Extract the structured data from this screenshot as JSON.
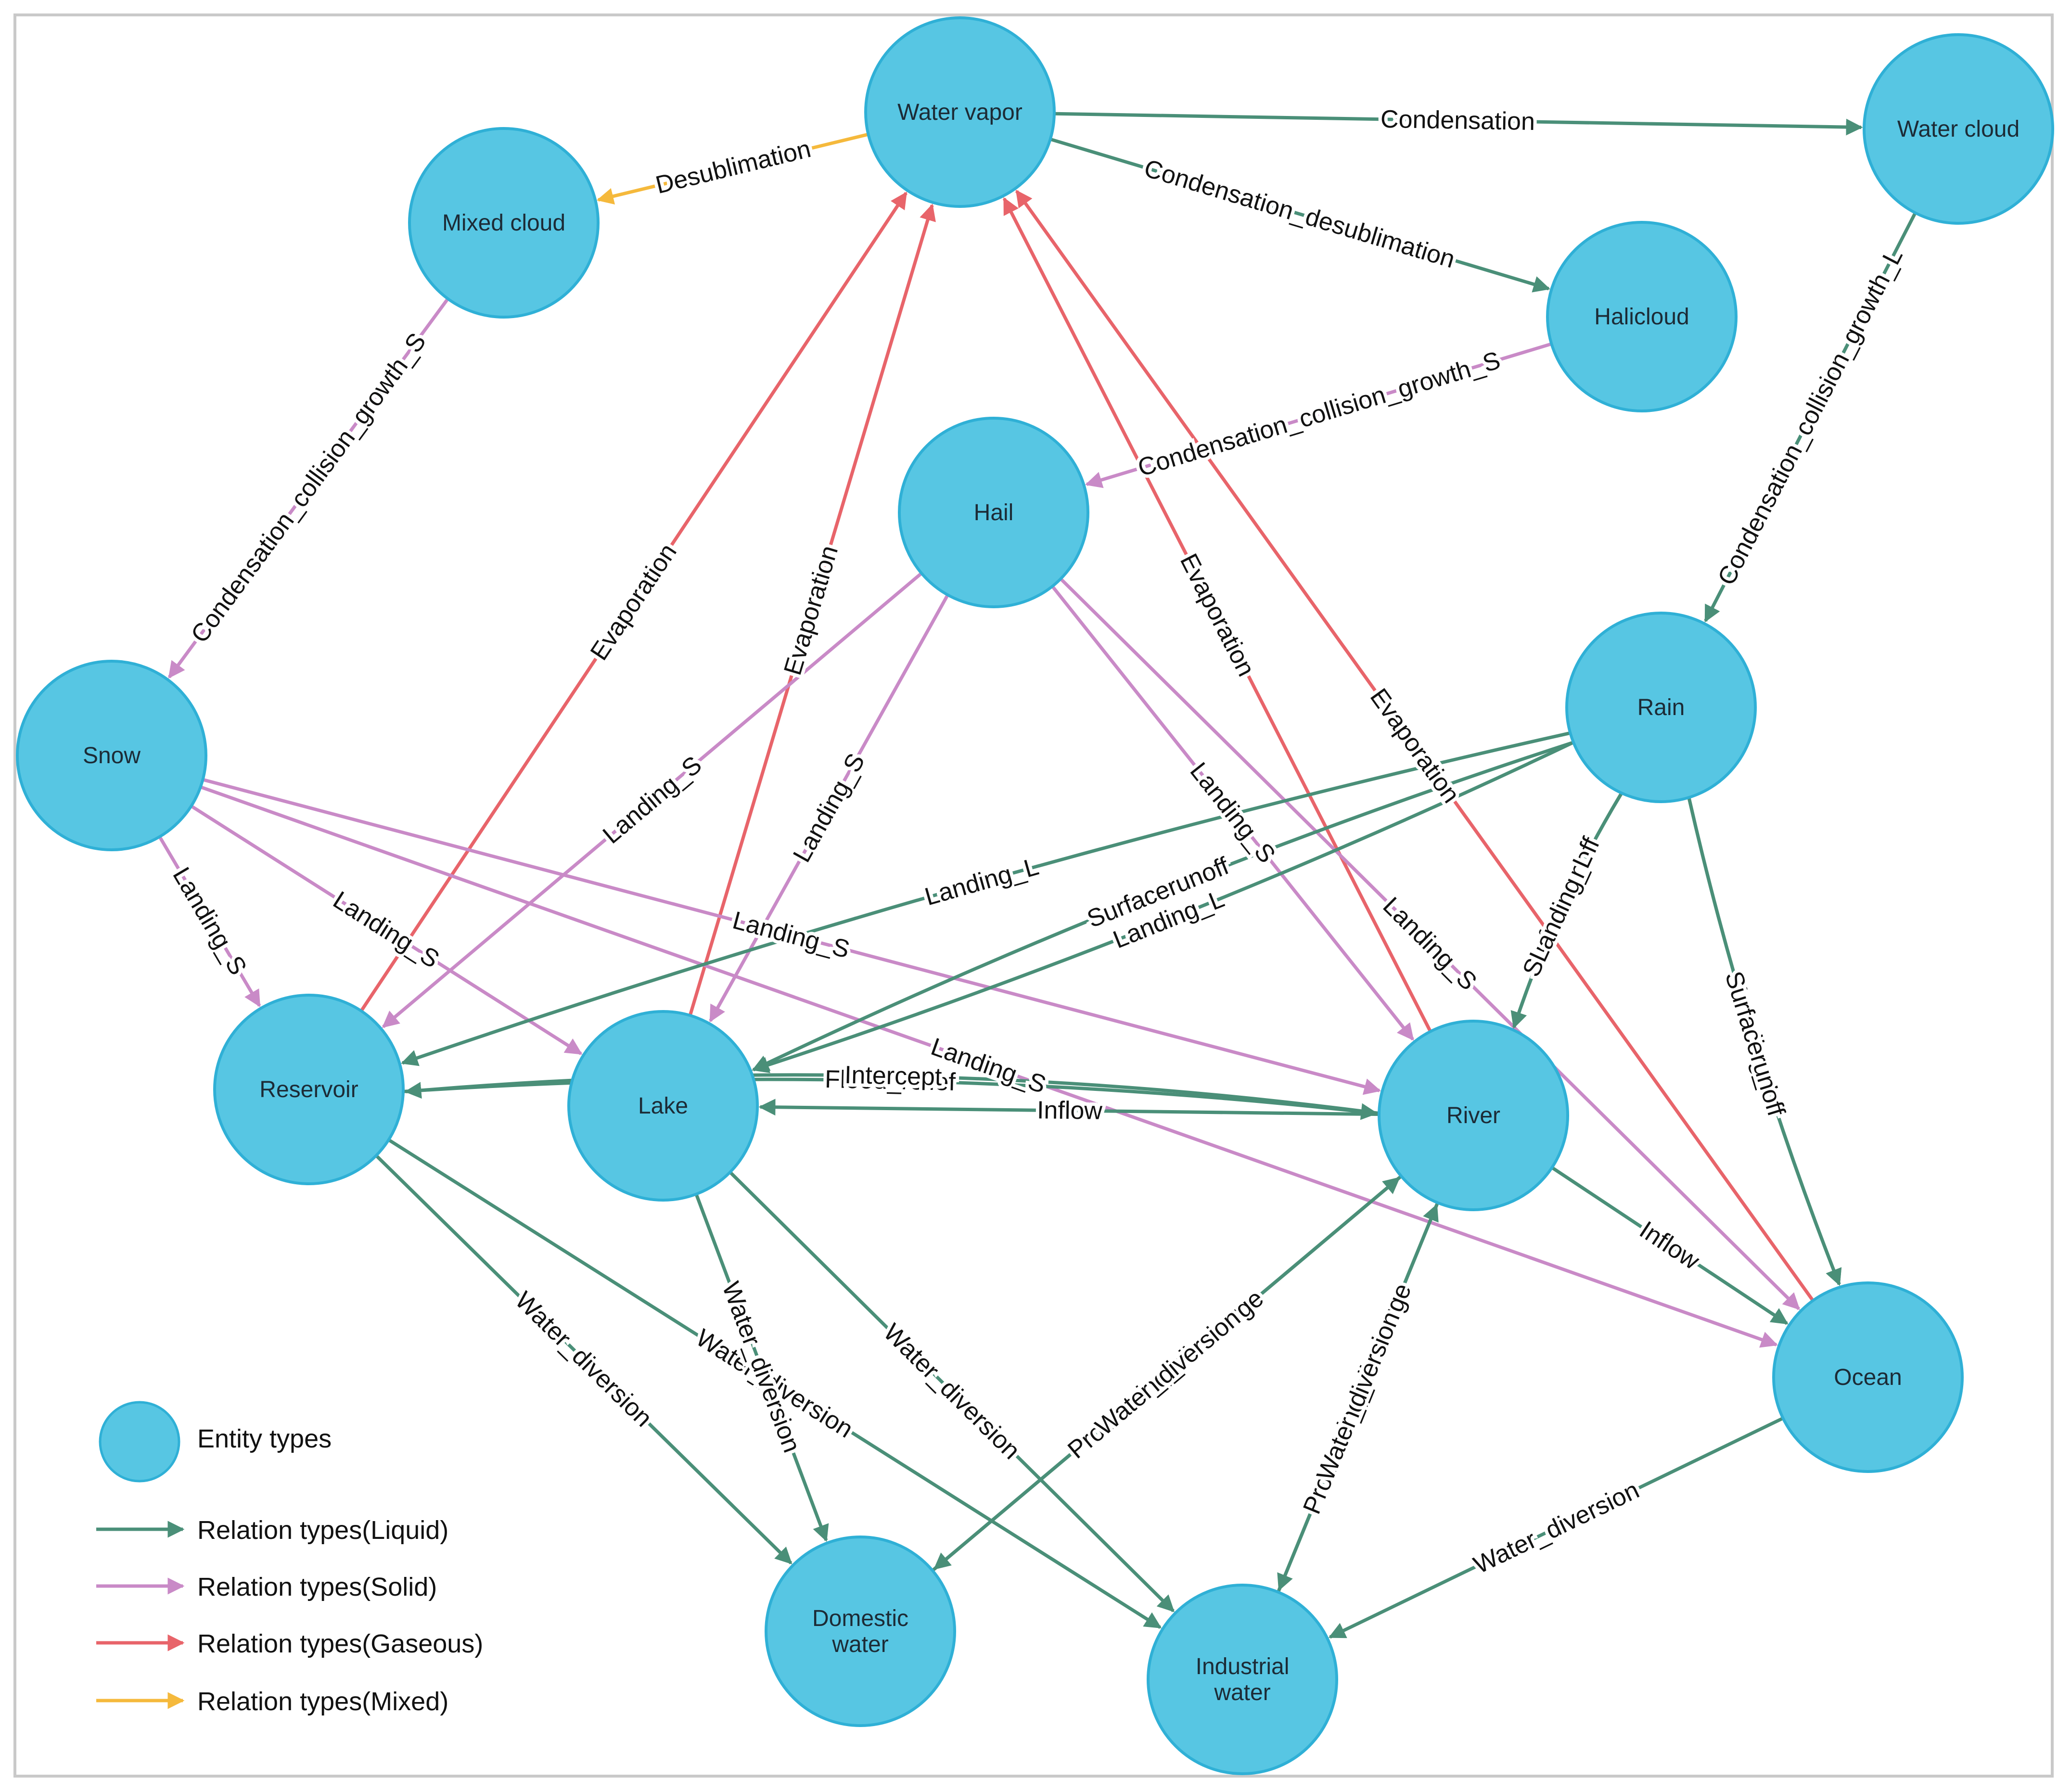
{
  "colors": {
    "node_fill": "#57c6e3",
    "node_stroke": "#2fb0d6",
    "liquid": "#4a8f78",
    "solid": "#c98ac7",
    "gaseous": "#e8646a",
    "mixed": "#f5b93c"
  },
  "nodes": [
    {
      "id": "water_vapor",
      "label": "Water vapor"
    },
    {
      "id": "water_cloud",
      "label": "Water cloud"
    },
    {
      "id": "mixed_cloud",
      "label": "Mixed cloud"
    },
    {
      "id": "halicloud",
      "label": "Halicloud"
    },
    {
      "id": "hail",
      "label": "Hail"
    },
    {
      "id": "snow",
      "label": "Snow"
    },
    {
      "id": "rain",
      "label": "Rain"
    },
    {
      "id": "reservoir",
      "label": "Reservoir"
    },
    {
      "id": "lake",
      "label": "Lake"
    },
    {
      "id": "river",
      "label": "River"
    },
    {
      "id": "ocean",
      "label": "Ocean"
    },
    {
      "id": "domestic_water",
      "label": "Domestic\nwater"
    },
    {
      "id": "industrial_water",
      "label": "Industrial\nwater"
    }
  ],
  "edges": [
    {
      "from": "water_vapor",
      "to": "water_cloud",
      "label": "Condensation",
      "type": "liquid"
    },
    {
      "from": "water_vapor",
      "to": "mixed_cloud",
      "label": "Desublimation",
      "type": "mixed"
    },
    {
      "from": "water_vapor",
      "to": "halicloud",
      "label": "Condensation_desublimation",
      "type": "liquid"
    },
    {
      "from": "mixed_cloud",
      "to": "snow",
      "label": "Condensation_collision_growth_S",
      "type": "solid"
    },
    {
      "from": "halicloud",
      "to": "hail",
      "label": "Condensation_collision_growth_S",
      "type": "solid"
    },
    {
      "from": "water_cloud",
      "to": "rain",
      "label": "Condensation_collision_growth_L",
      "type": "liquid"
    },
    {
      "from": "reservoir",
      "to": "water_vapor",
      "label": "Evaporation",
      "type": "gaseous"
    },
    {
      "from": "lake",
      "to": "water_vapor",
      "label": "Evaporation",
      "type": "gaseous"
    },
    {
      "from": "river",
      "to": "water_vapor",
      "label": "Evaporation",
      "type": "gaseous"
    },
    {
      "from": "ocean",
      "to": "water_vapor",
      "label": "Evaporation",
      "type": "gaseous"
    },
    {
      "from": "hail",
      "to": "reservoir",
      "label": "Landing_S",
      "type": "solid"
    },
    {
      "from": "hail",
      "to": "lake",
      "label": "Landing_S",
      "type": "solid"
    },
    {
      "from": "hail",
      "to": "river",
      "label": "Landing_S",
      "type": "solid"
    },
    {
      "from": "hail",
      "to": "ocean",
      "label": "Landing_S",
      "type": "solid"
    },
    {
      "from": "snow",
      "to": "reservoir",
      "label": "Landing_S",
      "type": "solid"
    },
    {
      "from": "snow",
      "to": "lake",
      "label": "Landing_S",
      "type": "solid"
    },
    {
      "from": "snow",
      "to": "river",
      "label": "Landing_S",
      "type": "solid"
    },
    {
      "from": "snow",
      "to": "ocean",
      "label": "Landing_S",
      "type": "solid"
    },
    {
      "from": "rain",
      "to": "lake",
      "label": "Landing_L",
      "type": "liquid"
    },
    {
      "from": "rain",
      "to": "reservoir",
      "label": "Landing_L",
      "type": "liquid"
    },
    {
      "from": "rain",
      "to": "lake",
      "label": "Surfacerunoff",
      "type": "liquid"
    },
    {
      "from": "rain",
      "to": "river",
      "label": "Surfacerunoff",
      "type": "liquid"
    },
    {
      "from": "rain",
      "to": "river",
      "label": "Landing_L",
      "type": "liquid"
    },
    {
      "from": "rain",
      "to": "ocean",
      "label": "Landing_L",
      "type": "liquid"
    },
    {
      "from": "rain",
      "to": "ocean",
      "label": "Surfacerunoff",
      "type": "liquid"
    },
    {
      "from": "reservoir",
      "to": "river",
      "label": "Flood_relief",
      "type": "liquid"
    },
    {
      "from": "river",
      "to": "lake",
      "label": "Inflow",
      "type": "liquid"
    },
    {
      "from": "river",
      "to": "reservoir",
      "label": "Intercept",
      "type": "liquid"
    },
    {
      "from": "river",
      "to": "ocean",
      "label": "Inflow",
      "type": "liquid"
    },
    {
      "from": "reservoir",
      "to": "domestic_water",
      "label": "Water_diversion",
      "type": "liquid"
    },
    {
      "from": "reservoir",
      "to": "industrial_water",
      "label": "Water_diversion",
      "type": "liquid"
    },
    {
      "from": "lake",
      "to": "domestic_water",
      "label": "Water_diversion",
      "type": "liquid"
    },
    {
      "from": "lake",
      "to": "industrial_water",
      "label": "Water_diversion",
      "type": "liquid"
    },
    {
      "from": "domestic_water",
      "to": "river",
      "label": "Processing_discharge",
      "type": "liquid"
    },
    {
      "from": "river",
      "to": "domestic_water",
      "label": "Water_diversion",
      "type": "liquid"
    },
    {
      "from": "industrial_water",
      "to": "river",
      "label": "Processing_discharge",
      "type": "liquid"
    },
    {
      "from": "river",
      "to": "industrial_water",
      "label": "Water_diversion",
      "type": "liquid"
    },
    {
      "from": "ocean",
      "to": "industrial_water",
      "label": "Water_diversion",
      "type": "liquid"
    }
  ],
  "legend": {
    "entity": "Entity types",
    "liquid": "Relation types(Liquid)",
    "solid": "Relation types(Solid)",
    "gaseous": "Relation types(Gaseous)",
    "mixed": "Relation types(Mixed)"
  }
}
